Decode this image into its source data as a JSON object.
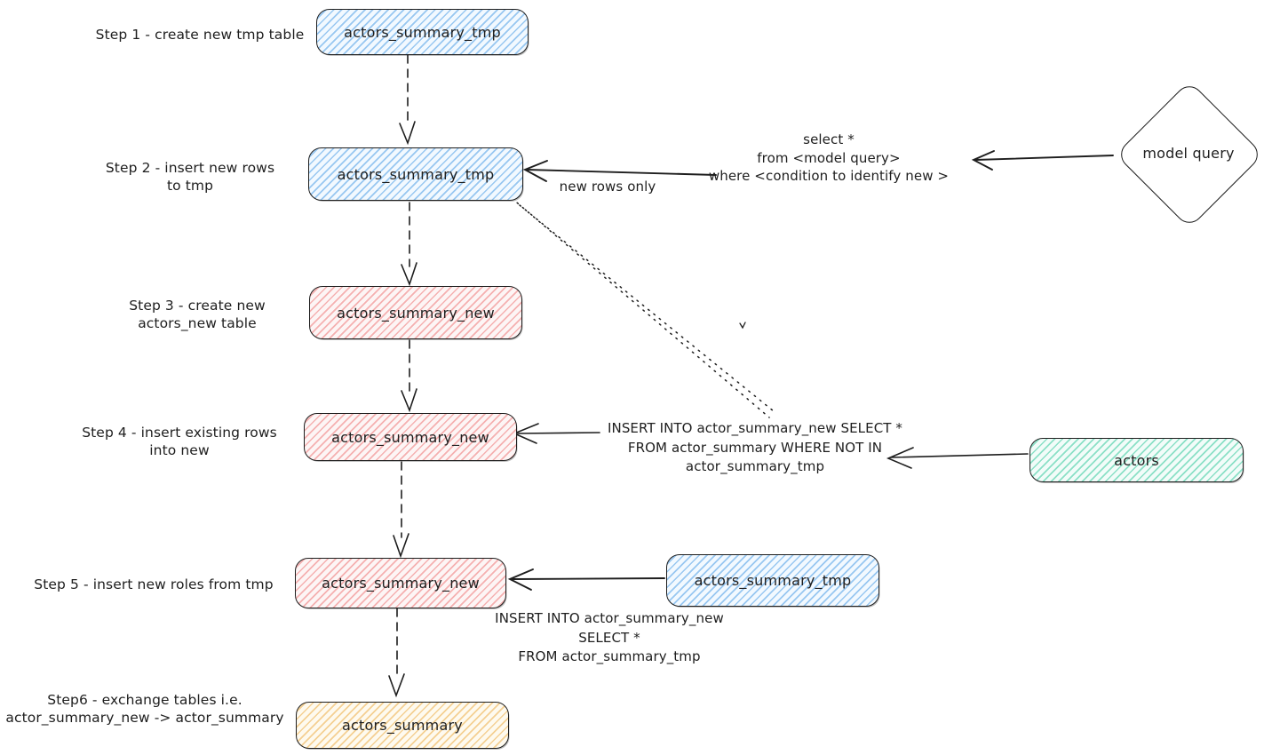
{
  "colors": {
    "stroke": "#1e1e1e",
    "blue_hatch": "#74c0fc",
    "pink_hatch": "#ff8787",
    "green_hatch": "#63e6be",
    "yellow_hatch": "#ffc078"
  },
  "nodes": {
    "step1_box": "actors_summary_tmp",
    "step2_box": "actors_summary_tmp",
    "step3_box": "actors_summary_new",
    "step4_box": "actors_summary_new",
    "step5_box": "actors_summary_new",
    "step5_src_box": "actors_summary_tmp",
    "step6_box": "actors_summary",
    "actors_box": "actors",
    "model_query": "model query"
  },
  "step_labels": {
    "step1": {
      "line1": "Step 1 - create new tmp table"
    },
    "step2": {
      "line1": "Step 2 - insert new rows",
      "line2": "to tmp"
    },
    "step3": {
      "line1": "Step 3 - create new",
      "line2": "actors_new table"
    },
    "step4": {
      "line1": "Step 4 - insert existing rows",
      "line2": "into new"
    },
    "step5": {
      "line1": "Step 5 - insert new roles from tmp"
    },
    "step6": {
      "line1": "Step6 - exchange tables i.e.",
      "line2": "actor_summary_new -> actor_summary"
    }
  },
  "annotations": {
    "model_sql": {
      "line1": "select *",
      "line2": "from <model query>",
      "line3": "where <condition to identify new >"
    },
    "new_rows_only": "new rows only",
    "step4_sql": {
      "line1": "INSERT INTO actor_summary_new SELECT *",
      "line2": "FROM actor_summary WHERE NOT IN",
      "line3": "actor_summary_tmp"
    },
    "step5_sql": {
      "line1": "INSERT INTO actor_summary_new",
      "line2": "SELECT *",
      "line3": "FROM actor_summary_tmp"
    }
  }
}
